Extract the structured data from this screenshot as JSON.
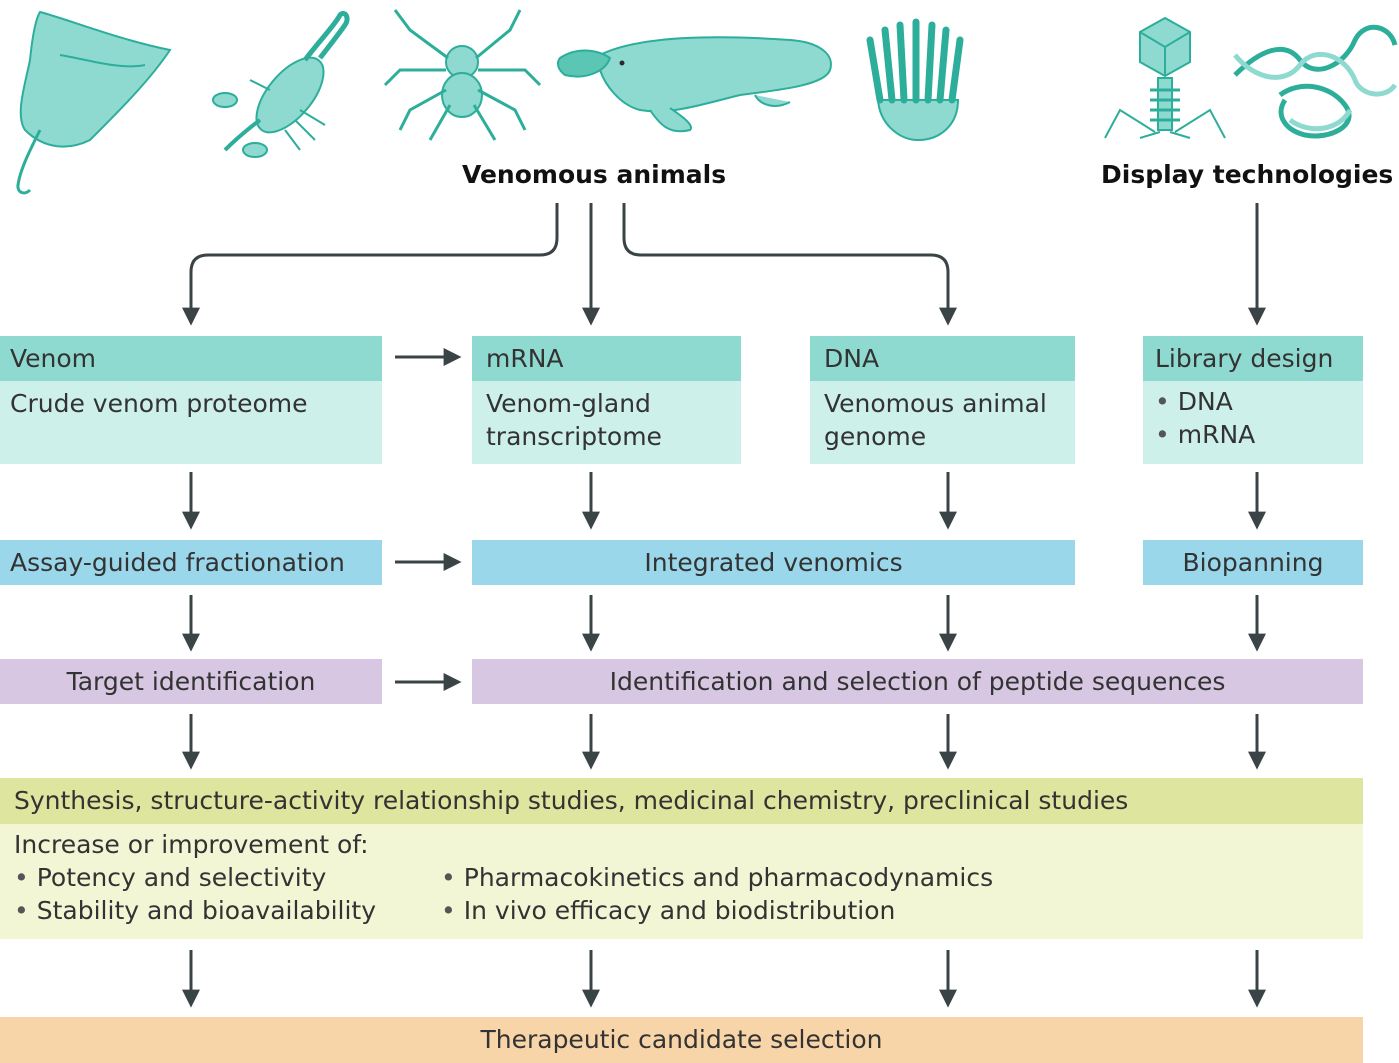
{
  "colors": {
    "animal_fill": "#8fdad0",
    "animal_stroke": "#2cae9b",
    "arrow": "#3a4346"
  },
  "headers": {
    "venomous_animals": "Venomous animals",
    "display_technologies": "Display technologies"
  },
  "icons": [
    "stingray-icon",
    "scorpion-icon",
    "spider-icon",
    "platypus-icon",
    "sea-anemone-icon",
    "bacteriophage-icon",
    "dna-helix-icon"
  ],
  "row1": {
    "venom": {
      "title": "Venom",
      "body": "Crude venom proteome"
    },
    "mrna": {
      "title": "mRNA",
      "body_line1": "Venom-gland",
      "body_line2": "transcriptome"
    },
    "dna": {
      "title": "DNA",
      "body_line1": "Venomous animal",
      "body_line2": "genome"
    },
    "library": {
      "title": "Library design",
      "items": [
        "DNA",
        "mRNA"
      ]
    }
  },
  "row2": {
    "assay": "Assay-guided fractionation",
    "venomics": "Integrated venomics",
    "biopanning": "Biopanning"
  },
  "row3": {
    "target": "Target identification",
    "selection": "Identification and selection of peptide sequences"
  },
  "row4": {
    "title": "Synthesis, structure-activity relationship studies, medicinal chemistry, preclinical studies",
    "intro": "Increase or improvement of:",
    "col1": [
      "Potency and selectivity",
      "Stability and bioavailability"
    ],
    "col2": [
      "Pharmacokinetics and pharmacodynamics",
      "In vivo efficacy and biodistribution"
    ]
  },
  "row5": {
    "candidate": "Therapeutic candidate selection"
  }
}
